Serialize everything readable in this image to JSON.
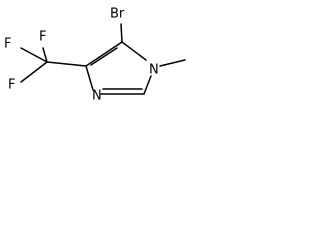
{
  "molecule": {
    "atom_labels": {
      "bromine": "Br",
      "fluorine_top": "F",
      "fluorine_left": "F",
      "fluorine_bottom": "F",
      "ring_nitrogen_bottom": "N",
      "ring_nitrogen_methyl": "N"
    },
    "colors": {
      "bond": "#000000",
      "label": "#000000",
      "background": "#ffffff"
    }
  }
}
